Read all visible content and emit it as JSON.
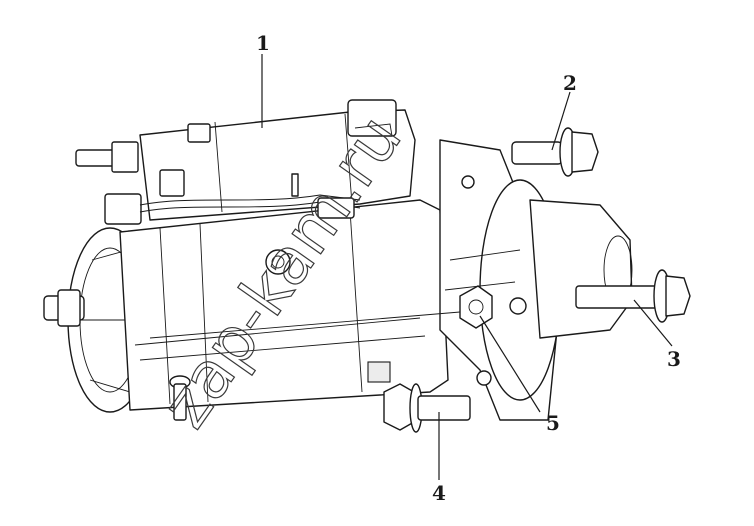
{
  "diagram": {
    "callouts": [
      {
        "id": "1",
        "label": "1"
      },
      {
        "id": "2",
        "label": "2"
      },
      {
        "id": "3",
        "label": "3"
      },
      {
        "id": "4",
        "label": "4"
      },
      {
        "id": "5",
        "label": "5"
      }
    ],
    "watermark": "zap-kam.ru",
    "colors": {
      "line": "#1a1a1a",
      "background": "#ffffff"
    }
  }
}
